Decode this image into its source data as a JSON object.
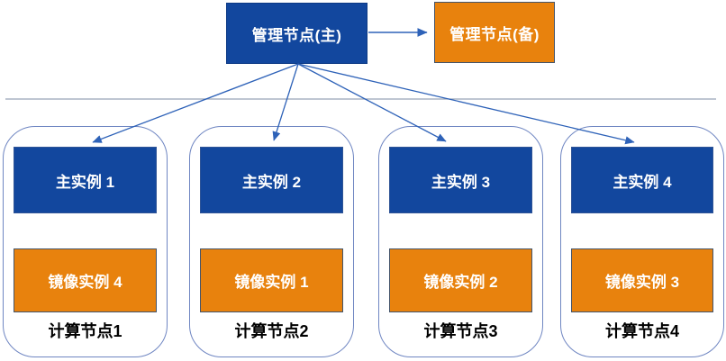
{
  "diagram": {
    "management_primary": {
      "label": "管理节点(主)"
    },
    "management_backup": {
      "label": "管理节点(备)"
    },
    "nodes": [
      {
        "primary_label": "主实例 1",
        "mirror_label": "镜像实例 4",
        "node_label": "计算节点1"
      },
      {
        "primary_label": "主实例 2",
        "mirror_label": "镜像实例 1",
        "node_label": "计算节点2"
      },
      {
        "primary_label": "主实例 3",
        "mirror_label": "镜像实例 2",
        "node_label": "计算节点3"
      },
      {
        "primary_label": "主实例 4",
        "mirror_label": "镜像实例 3",
        "node_label": "计算节点4"
      }
    ],
    "colors": {
      "primary_blue": "#12479E",
      "backup_orange": "#E8820D",
      "arrow_blue": "#2E62B8",
      "container_border": "#6F86C2",
      "divider_gray": "#97A3B6"
    }
  }
}
